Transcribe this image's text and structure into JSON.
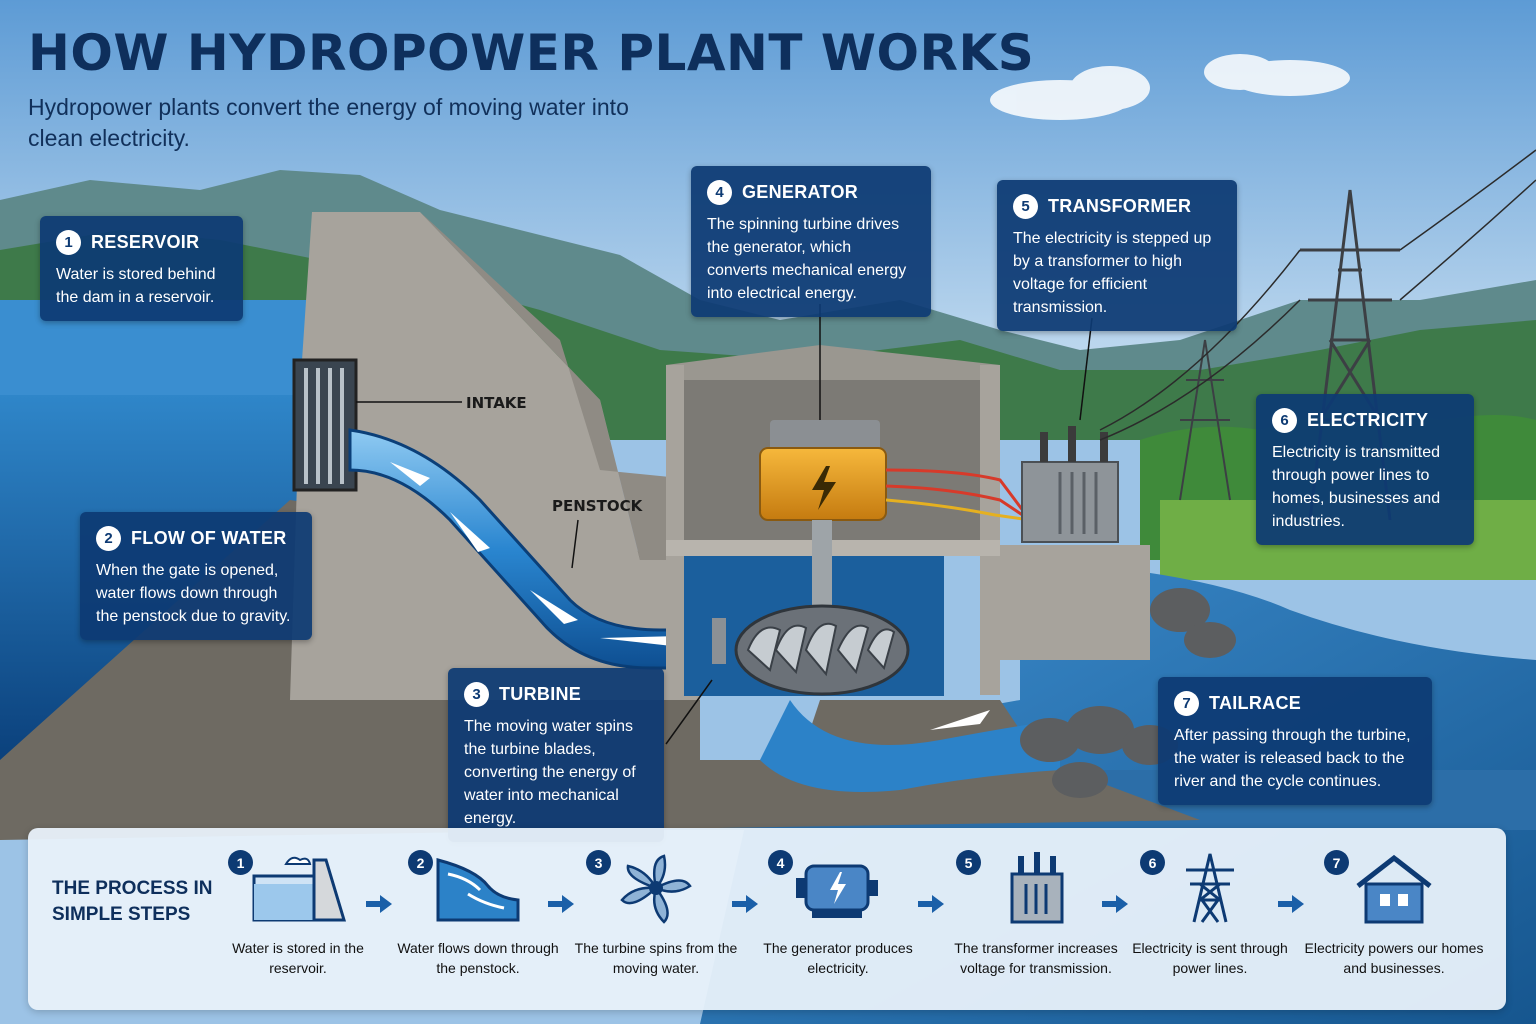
{
  "title": "HOW HYDROPOWER PLANT WORKS",
  "subtitle": "Hydropower plants convert the energy of moving water into clean electricity.",
  "callouts": [
    {
      "num": "1",
      "title": "RESERVOIR",
      "body": "Water is stored behind the dam in a reservoir."
    },
    {
      "num": "2",
      "title": "FLOW OF WATER",
      "body": "When the gate is opened, water flows down through the penstock due to gravity."
    },
    {
      "num": "3",
      "title": "TURBINE",
      "body": "The moving water spins the turbine blades, converting the energy of water into mechanical energy."
    },
    {
      "num": "4",
      "title": "GENERATOR",
      "body": "The spinning turbine drives the generator, which converts mechanical energy into electrical energy."
    },
    {
      "num": "5",
      "title": "TRANSFORMER",
      "body": "The electricity is stepped up by a transformer to high voltage for efficient transmission."
    },
    {
      "num": "6",
      "title": "ELECTRICITY",
      "body": "Electricity is transmitted through power lines to homes, businesses and industries."
    },
    {
      "num": "7",
      "title": "TAILRACE",
      "body": "After passing through the turbine, the water is released back to the river and the cycle continues."
    }
  ],
  "labels": {
    "intake": "INTAKE",
    "penstock": "PENSTOCK"
  },
  "process": {
    "title": "THE PROCESS IN SIMPLE STEPS",
    "steps": [
      {
        "num": "1",
        "icon": "reservoir-dam-icon",
        "caption": "Water is stored in the reservoir."
      },
      {
        "num": "2",
        "icon": "water-flow-icon",
        "caption": "Water flows down through the penstock."
      },
      {
        "num": "3",
        "icon": "turbine-icon",
        "caption": "The turbine spins from the moving water."
      },
      {
        "num": "4",
        "icon": "generator-icon",
        "caption": "The generator produces electricity."
      },
      {
        "num": "5",
        "icon": "transformer-icon",
        "caption": "The transformer increases voltage for transmission."
      },
      {
        "num": "6",
        "icon": "power-tower-icon",
        "caption": "Electricity is sent through power lines."
      },
      {
        "num": "7",
        "icon": "house-icon",
        "caption": "Electricity powers our homes and businesses."
      }
    ]
  },
  "colors": {
    "navy": "#0d3a73",
    "title": "#0e2f5c",
    "water": "#1d6fb5",
    "generator": "#e39a1e"
  }
}
